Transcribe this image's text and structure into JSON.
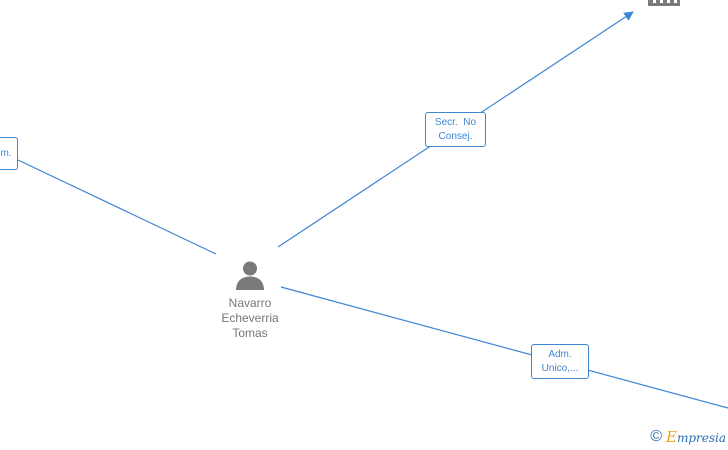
{
  "person": {
    "name_lines": [
      "Navarro",
      "Echeverria",
      "Tomas"
    ]
  },
  "edges": [
    {
      "label_lines": [
        "m."
      ]
    },
    {
      "label_lines": [
        "Secr.  No",
        "Consej."
      ]
    },
    {
      "label_lines": [
        "Adm.",
        "Unico,..."
      ]
    }
  ],
  "footer": {
    "copyright_symbol": "©",
    "brand_first": "E",
    "brand_rest": "mpresia"
  },
  "colors": {
    "edge": "#3d86d4",
    "node_icon": "#7a7a7a",
    "brand_blue": "#2a6fb5",
    "brand_orange": "#f0a020"
  }
}
